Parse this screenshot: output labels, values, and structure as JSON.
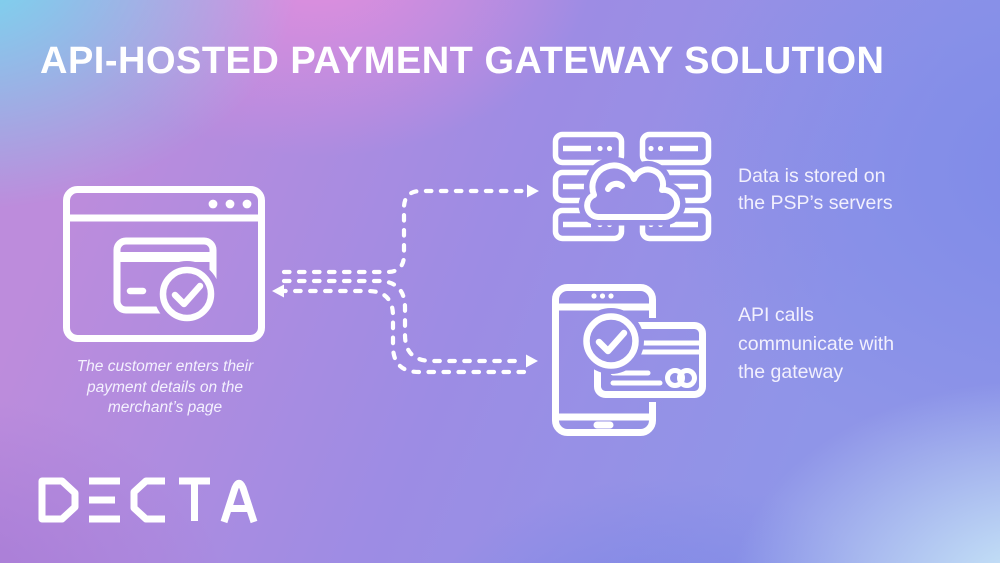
{
  "title": "API-HOSTED PAYMENT GATEWAY SOLUTION",
  "brand": {
    "logo_text": "DECTA"
  },
  "diagram": {
    "nodes": [
      {
        "id": "merchant-browser",
        "icon": "browser-payment-check-icon",
        "caption": "The customer enters their payment details on the merchant’s page"
      },
      {
        "id": "psp-servers",
        "icon": "server-rack-cloud-icon",
        "label": "Data is stored on the PSP’s servers"
      },
      {
        "id": "mobile-gateway",
        "icon": "phone-card-check-icon",
        "label": "API calls communicate with the gateway"
      }
    ],
    "connections": [
      {
        "from": "merchant-browser",
        "to": "psp-servers",
        "style": "dashed",
        "arrow_at": "psp-servers"
      },
      {
        "from": "merchant-browser",
        "to": "mobile-gateway",
        "style": "dashed",
        "arrow_at": "mobile-gateway"
      },
      {
        "from": "mobile-gateway",
        "to": "merchant-browser",
        "style": "dashed",
        "arrow_at": "merchant-browser"
      }
    ]
  },
  "colors": {
    "line_white": "#ffffff",
    "text_white": "#f2f0fd",
    "bg_cyan_top_left": "#74dcf0",
    "bg_pink_top": "#e18ede",
    "bg_purple_left": "#bd8cdc",
    "bg_violet_right": "#7e8ae8",
    "bg_lightblue_bottom_right": "#cdeef9"
  }
}
